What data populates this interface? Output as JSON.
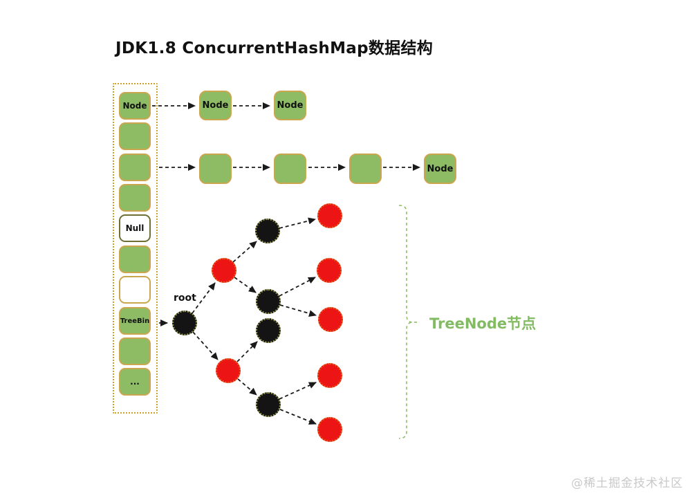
{
  "title": "JDK1.8 ConcurrentHashMap数据结构",
  "watermark": "@稀土掘金技术社区",
  "colors": {
    "box_green_fill": "#8DBC64",
    "box_border_gold": "#CBA64E",
    "container_dotted_border": "#CBA227",
    "null_box_border": "#6E6E35",
    "tree_node_red": "#EC1414",
    "tree_node_black": "#141414",
    "bracket_label_green": "#82BB62",
    "arrow_black": "#1A1A1A",
    "watermark_gray": "#C9C9C9"
  },
  "bucket_array": {
    "cells": [
      {
        "label": "Node",
        "type": "green"
      },
      {
        "label": "",
        "type": "green"
      },
      {
        "label": "",
        "type": "green"
      },
      {
        "label": "",
        "type": "green"
      },
      {
        "label": "Null",
        "type": "white-null"
      },
      {
        "label": "",
        "type": "green"
      },
      {
        "label": "",
        "type": "white-empty"
      },
      {
        "label": "TreeBin",
        "type": "green"
      },
      {
        "label": "",
        "type": "green"
      },
      {
        "label": "...",
        "type": "green"
      }
    ]
  },
  "linked_lists": {
    "row1_boxes": [
      {
        "label": "Node"
      },
      {
        "label": "Node"
      }
    ],
    "row2_boxes": [
      {
        "label": ""
      },
      {
        "label": ""
      },
      {
        "label": ""
      },
      {
        "label": "Node"
      }
    ]
  },
  "tree": {
    "root_label": "root",
    "bracket_label": "TreeNode节点",
    "nodes": [
      {
        "id": "root",
        "color": "black"
      },
      {
        "id": "red-upper",
        "color": "red"
      },
      {
        "id": "red-lower",
        "color": "red"
      },
      {
        "id": "black-top",
        "color": "black"
      },
      {
        "id": "black-mid",
        "color": "black"
      },
      {
        "id": "black-mid-lower",
        "color": "black"
      },
      {
        "id": "black-bottom",
        "color": "black"
      },
      {
        "id": "red-leaf-1",
        "color": "red"
      },
      {
        "id": "red-leaf-2",
        "color": "red"
      },
      {
        "id": "red-leaf-3",
        "color": "red"
      },
      {
        "id": "red-leaf-4",
        "color": "red"
      },
      {
        "id": "red-leaf-5",
        "color": "red"
      }
    ],
    "edges": [
      [
        "treebin-cell",
        "root"
      ],
      [
        "root",
        "red-upper"
      ],
      [
        "root",
        "red-lower"
      ],
      [
        "red-upper",
        "black-top"
      ],
      [
        "red-upper",
        "black-mid"
      ],
      [
        "black-top",
        "red-leaf-1"
      ],
      [
        "black-mid",
        "red-leaf-2"
      ],
      [
        "black-mid",
        "red-leaf-3"
      ],
      [
        "red-lower",
        "black-mid-lower"
      ],
      [
        "red-lower",
        "black-bottom"
      ],
      [
        "black-bottom",
        "red-leaf-4"
      ],
      [
        "black-bottom",
        "red-leaf-5"
      ]
    ]
  }
}
